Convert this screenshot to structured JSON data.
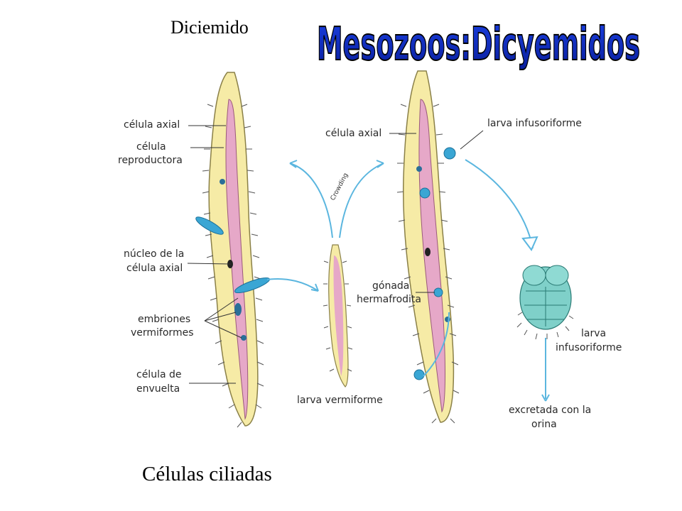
{
  "title_left": "Diciemido",
  "title_wordart": "Mesozoos:Dicyemidos",
  "caption_bottom": "Células ciliadas",
  "labels": {
    "celula_axial_left": "célula axial",
    "celula_reproductora": [
      "célula",
      "reproductora"
    ],
    "nucleo_celula_axial": [
      "núcleo de la",
      "célula axial"
    ],
    "embriones_vermiformes": [
      "embriones",
      "vermiformes"
    ],
    "celula_envuelta": [
      "célula de",
      "envuelta"
    ],
    "crowding": "Crowding",
    "larva_vermiforme": "larva vermiforme",
    "celula_axial_right": "célula axial",
    "larva_infusoriforme_top": "larva infusoriforme",
    "gonada_hermafrodita": [
      "gónada",
      "hermafrodita"
    ],
    "larva_infusoriforme_right": [
      "larva",
      "infusoriforme"
    ],
    "excretada_orina": [
      "excretada con la",
      "orina"
    ]
  },
  "colors": {
    "body_yellow": "#f6eba6",
    "axial_pink": "#e6a8c8",
    "cyan": "#3aa6d4",
    "larva_teal": "#7fd0c9",
    "arrow_blue": "#5bb6df"
  }
}
